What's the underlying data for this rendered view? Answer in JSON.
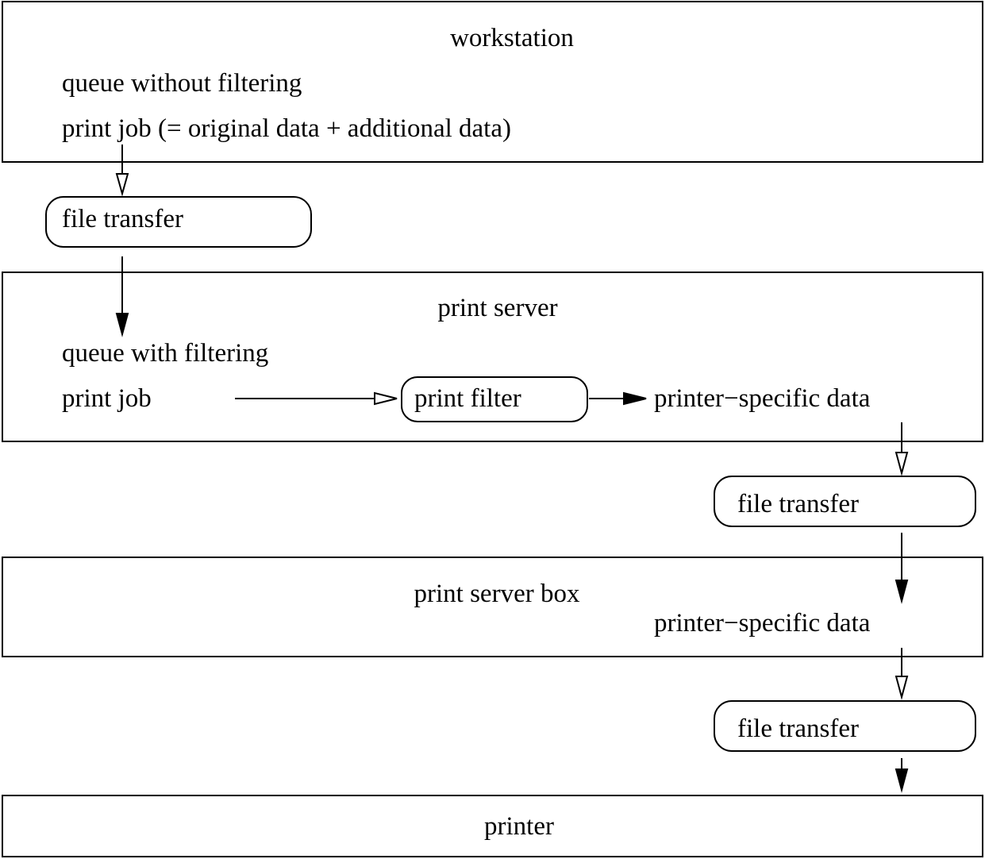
{
  "workstation": {
    "title": "workstation",
    "queue_label": "queue without filtering",
    "job_label": "print job (= original data + additional data)"
  },
  "transfer_1": {
    "label": "file transfer"
  },
  "print_server": {
    "title": "print server",
    "queue_label": "queue with filtering",
    "job_label": "print job",
    "filter_label": "print filter",
    "output_label": "printer−specific data"
  },
  "transfer_2": {
    "label": "file transfer"
  },
  "print_server_box": {
    "title": "print server box",
    "data_label": "printer−specific data"
  },
  "transfer_3": {
    "label": "file transfer"
  },
  "printer": {
    "title": "printer"
  }
}
